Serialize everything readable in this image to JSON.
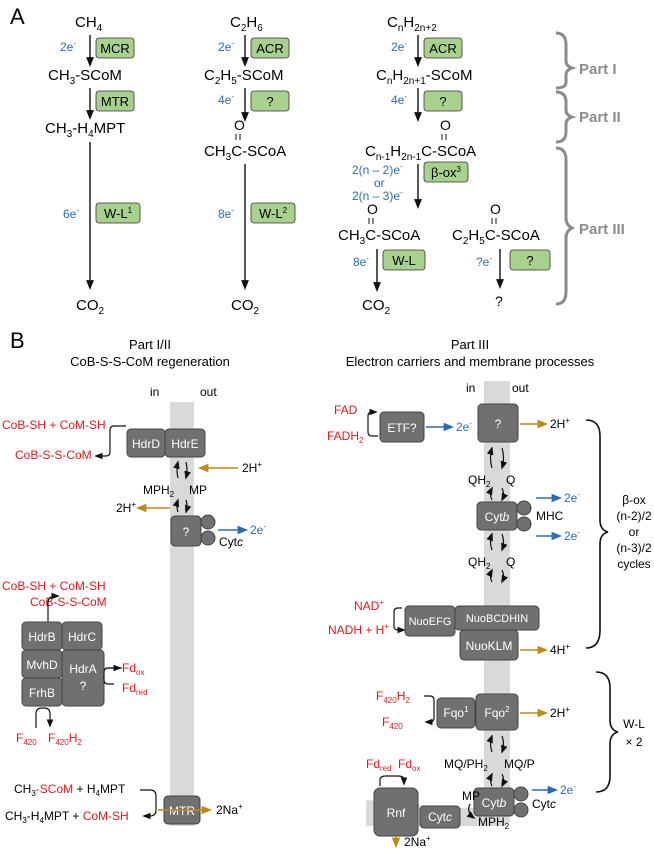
{
  "panel_labels": {
    "a": "A",
    "b": "B"
  },
  "part_labels": {
    "p1": "Part I",
    "p2": "Part II",
    "p3": "Part III"
  },
  "colors": {
    "red": "#e31a1c",
    "blue": "#2b6cb8",
    "gold": "#c08a12",
    "grey_box": "#707070",
    "green": "#a9d18e",
    "membrane": "#d9d9d9",
    "bracket": "#8c8c8c"
  },
  "icons": {
    "membrane": "membrane-band",
    "complex": "protein-complex",
    "arrow": "reaction-arrow",
    "bracket": "curly-bracket"
  },
  "panel_a": {
    "col1": {
      "c1": "CH",
      "c1s": "4",
      "e1": "2e",
      "enz1": "MCR",
      "c2": "CH",
      "c2s": "3",
      "c2b": "-SCoM",
      "enz2": "MTR",
      "c3": "CH",
      "c3s": "3",
      "c3b": "-H",
      "c3s2": "4",
      "c3c": "MPT",
      "e3": "6e",
      "enz3": "W-L",
      "enz3sup": "1",
      "c4": "CO",
      "c4s": "2"
    },
    "col2": {
      "c1": "C",
      "c1s": "2",
      "c1b": "H",
      "c1s2": "6",
      "e1": "2e",
      "enz1": "ACR",
      "c2": "C",
      "c2s": "2",
      "c2b": "H",
      "c2s2": "5",
      "c2c": "-SCoM",
      "e2": "4e",
      "enz2": "?",
      "o": "O",
      "c3": "CH",
      "c3s": "3",
      "c3b": "C",
      "c3c": "-SCoA",
      "e3": "8e",
      "enz3": "W-L",
      "enz3sup": "2",
      "c4": "CO",
      "c4s": "2"
    },
    "col3": {
      "c1": "C",
      "c1s": "n",
      "c1b": "H",
      "c1s2": "2n+2",
      "e1": "2e",
      "enz1": "ACR",
      "c2": "C",
      "c2s": "n",
      "c2b": "H",
      "c2s2": "2n+1",
      "c2c": "-SCoM",
      "e2": "4e",
      "enz2": "?",
      "o": "O",
      "c3": "C",
      "c3s": "n-1",
      "c3b": "H",
      "c3s2": "2n-1",
      "c3c": "C",
      "c3d": "-SCoA",
      "e3a": "2(n – 2)e",
      "e3b": "or",
      "e3c": "2(n – 3)e",
      "enz3": "β-ox",
      "enz3sup": "3",
      "c4a": "CH",
      "c4as": "3",
      "c4ab": "C",
      "c4ac": "-SCoA",
      "c4b": "C",
      "c4bs": "2",
      "c4bb": "H",
      "c4bs2": "5",
      "c4bc": "C",
      "c4bd": "-SCoA",
      "e4a": "8e",
      "enz4a": "W-L",
      "e4b": "?e",
      "enz4b": "?",
      "c5a": "CO",
      "c5as": "2",
      "c5b": "?"
    }
  },
  "panel_b_left": {
    "title1": "Part I/II",
    "title2": "CoB-S-S-CoM regeneration",
    "in": "in",
    "out": "out",
    "r1a": "CoB-SH + CoM-SH",
    "r1b": "CoB-S-S-CoM",
    "hdrd": "HdrD",
    "hdre": "HdrE",
    "mph2": "MPH",
    "mph2s": "2",
    "mp": "MP",
    "h_in": "2H",
    "h_out": "2H",
    "q": "?",
    "cytc": "Cyt",
    "cytc_i": "c",
    "e_out": "2e",
    "r2a": "CoB-SH + CoM-SH",
    "r2b": "CoB-S-S-CoM",
    "hdrb": "HdrB",
    "hdrc": "HdrC",
    "mvhd": "MvhD",
    "hdra": "HdrA",
    "hdra_q": "?",
    "frhb": "FrhB",
    "fdox": "Fd",
    "fdox_s": "ox",
    "fdred": "Fd",
    "fdred_s": "red",
    "f420": "F",
    "f420s": "420",
    "f420h2": "F",
    "f420h2s": "420",
    "f420h2b": "H",
    "f420h2s2": "2",
    "mtr_l1a": "CH",
    "mtr_l1s": "3",
    "mtr_l1b": "-SCoM",
    "mtr_l1c": " + H",
    "mtr_l1s2": "4",
    "mtr_l1d": "MPT",
    "mtr_l2a": "CH",
    "mtr_l2s": "3",
    "mtr_l2b": "-H",
    "mtr_l2s2": "4",
    "mtr_l2c": "MPT + ",
    "mtr_l2d": "CoM-SH",
    "mtr": "MTR",
    "na": "2Na"
  },
  "panel_b_right": {
    "title1": "Part III",
    "title2": "Electron carriers and membrane processes",
    "in": "in",
    "out": "out",
    "fad": "FAD",
    "fadh2": "FADH",
    "fadh2s": "2",
    "etf": "ETF?",
    "e1": "2e",
    "q1": "?",
    "h1": "2H",
    "qh2": "QH",
    "qh2s": "2",
    "qq": "Q",
    "cytb": "Cyt",
    "cytb_i": "b",
    "mhc": "MHC",
    "e2": "2e",
    "e3": "2e",
    "qh2b": "QH",
    "qh2bs": "2",
    "qqb": "Q",
    "nad": "NAD",
    "nadh": "NADH + H",
    "nuoefg": "NuoEFG",
    "nuobcd": "NuoBCDHIN",
    "nuoklm": "NuoKLM",
    "h2": "4H",
    "bracket1a": "β-ox",
    "bracket1b": "(n-2)/2",
    "bracket1c": "or",
    "bracket1d": "(n-3)/2",
    "bracket1e": "cycles",
    "f420h2": "F",
    "f420h2s": "420",
    "f420h2b": "H",
    "f420h2s2": "2",
    "f420": "F",
    "f420s": "420",
    "fqo1": "Fqo",
    "fqo1sup": "1",
    "fqo2": "Fqo",
    "fqo2sup": "2",
    "h3": "2H",
    "mqph2": "MQ/PH",
    "mqph2s": "2",
    "mqp": "MQ/P",
    "bracket2a": "W-L",
    "bracket2b": "× 2",
    "fdred": "Fd",
    "fdred_s": "red",
    "fdox": "Fd",
    "fdox_s": "ox",
    "cytb2": "Cyt",
    "cytb2_i": "b",
    "cytc2": "Cyt",
    "cytc2_i": "c",
    "e4": "2e",
    "rnf": "Rnf",
    "cytc3": "Cyt",
    "cytc3_i": "c",
    "mp": "MP",
    "mph2": "MPH",
    "mph2s": "2",
    "na": "2Na"
  }
}
